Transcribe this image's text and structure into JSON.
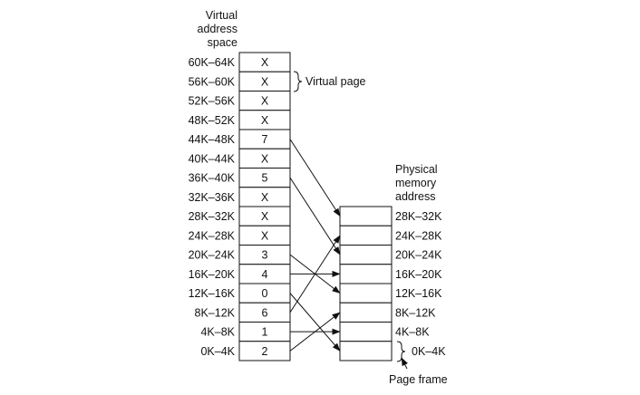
{
  "virtual_title": [
    "Virtual",
    "address",
    "space"
  ],
  "physical_title": [
    "Physical",
    "memory",
    "address"
  ],
  "virtual_page_label": "Virtual page",
  "page_frame_label": "Page frame",
  "virtual_pages": [
    {
      "range": "60K–64K",
      "frame": "X"
    },
    {
      "range": "56K–60K",
      "frame": "X"
    },
    {
      "range": "52K–56K",
      "frame": "X"
    },
    {
      "range": "48K–52K",
      "frame": "X"
    },
    {
      "range": "44K–48K",
      "frame": "7"
    },
    {
      "range": "40K–44K",
      "frame": "X"
    },
    {
      "range": "36K–40K",
      "frame": "5"
    },
    {
      "range": "32K–36K",
      "frame": "X"
    },
    {
      "range": "28K–32K",
      "frame": "X"
    },
    {
      "range": "24K–28K",
      "frame": "X"
    },
    {
      "range": "20K–24K",
      "frame": "3"
    },
    {
      "range": "16K–20K",
      "frame": "4"
    },
    {
      "range": "12K–16K",
      "frame": "0"
    },
    {
      "range": "8K–12K",
      "frame": "6"
    },
    {
      "range": "4K–8K",
      "frame": "1"
    },
    {
      "range": "0K–4K",
      "frame": "2"
    }
  ],
  "physical_frames": [
    {
      "range": "28K–32K"
    },
    {
      "range": "24K–28K"
    },
    {
      "range": "20K–24K"
    },
    {
      "range": "16K–20K"
    },
    {
      "range": "12K–16K"
    },
    {
      "range": "8K–12K"
    },
    {
      "range": "4K–8K"
    },
    {
      "range": "0K–4K"
    }
  ]
}
